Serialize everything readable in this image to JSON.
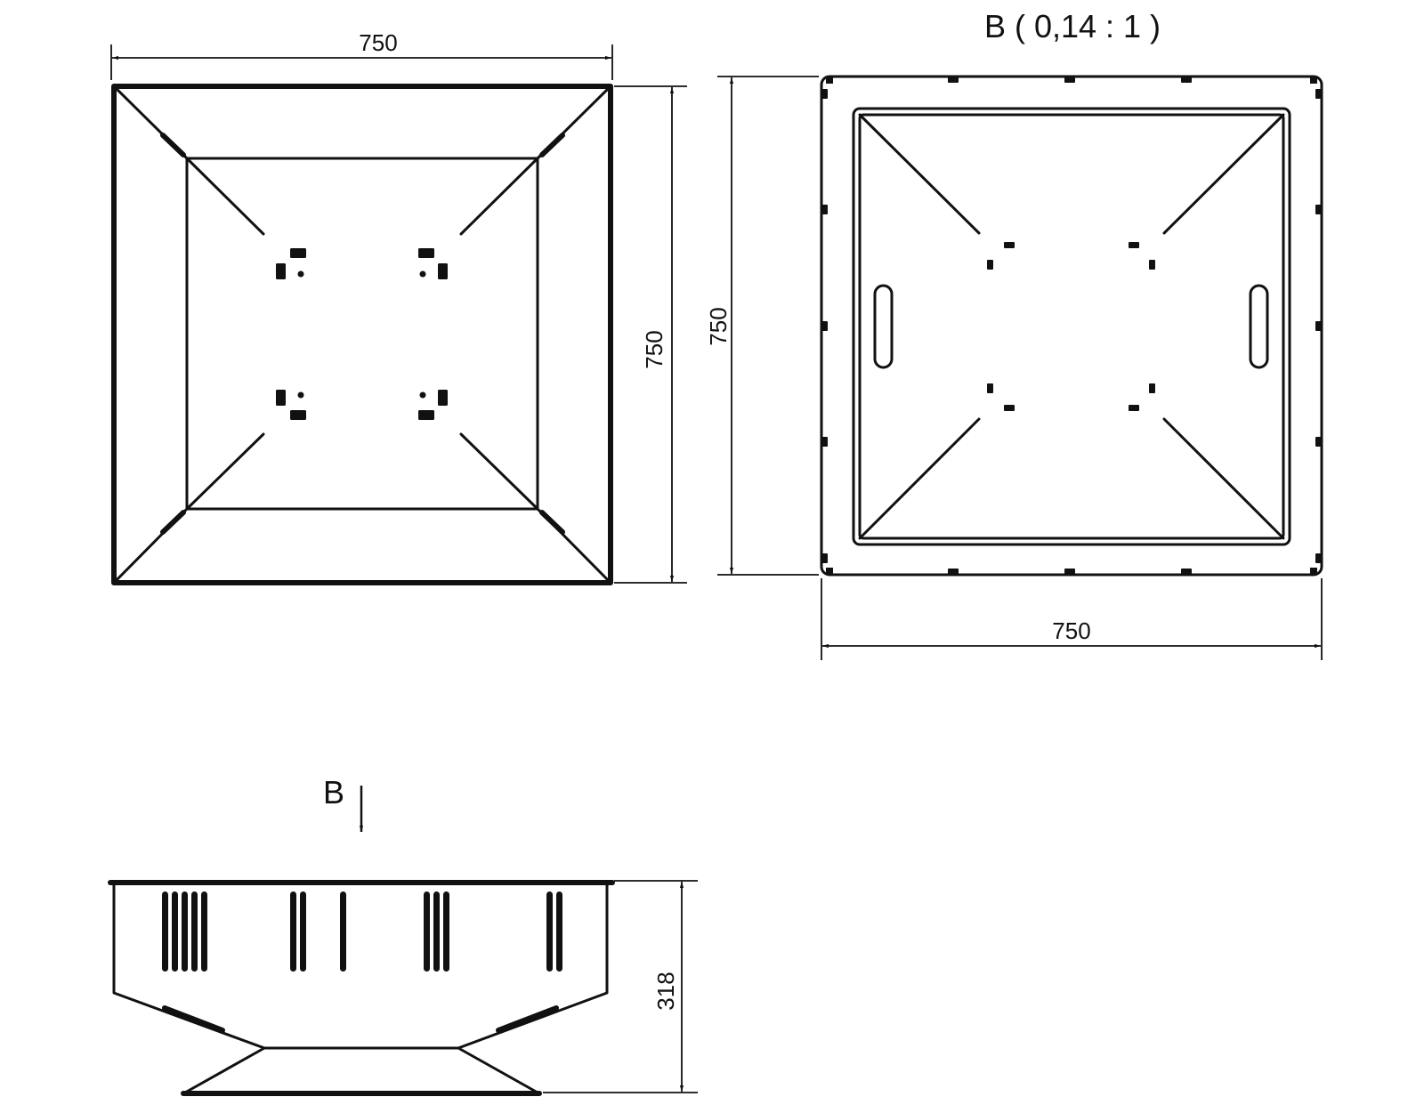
{
  "view_b_title": "B ( 0,14 : 1 )",
  "view_marker": "B",
  "dimensions": {
    "top_view_width": "750",
    "top_view_height": "750",
    "view_b_height": "750",
    "view_b_width": "750",
    "side_view_height": "318"
  }
}
